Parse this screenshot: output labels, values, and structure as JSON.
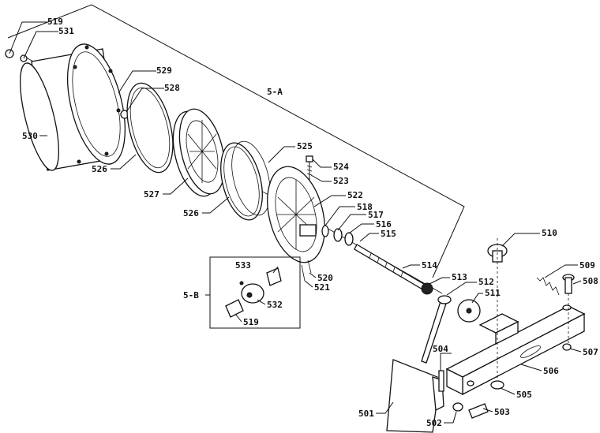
{
  "labels": {
    "l519a": "519",
    "l531": "531",
    "l529": "529",
    "l528": "528",
    "l530": "530",
    "l526a": "526",
    "l527": "527",
    "l526b": "526",
    "l525": "525",
    "l5A": "5-A",
    "l524": "524",
    "l523": "523",
    "l522": "522",
    "l518": "518",
    "l517": "517",
    "l516": "516",
    "l515": "515",
    "l514": "514",
    "l533": "533",
    "l520": "520",
    "l521": "521",
    "l5B": "5-B",
    "l532": "532",
    "l519b": "519",
    "l513": "513",
    "l512": "512",
    "l511": "511",
    "l510": "510",
    "l509": "509",
    "l508": "508",
    "l507": "507",
    "l506": "506",
    "l505": "505",
    "l504": "504",
    "l503": "503",
    "l502": "502",
    "l501": "501"
  }
}
